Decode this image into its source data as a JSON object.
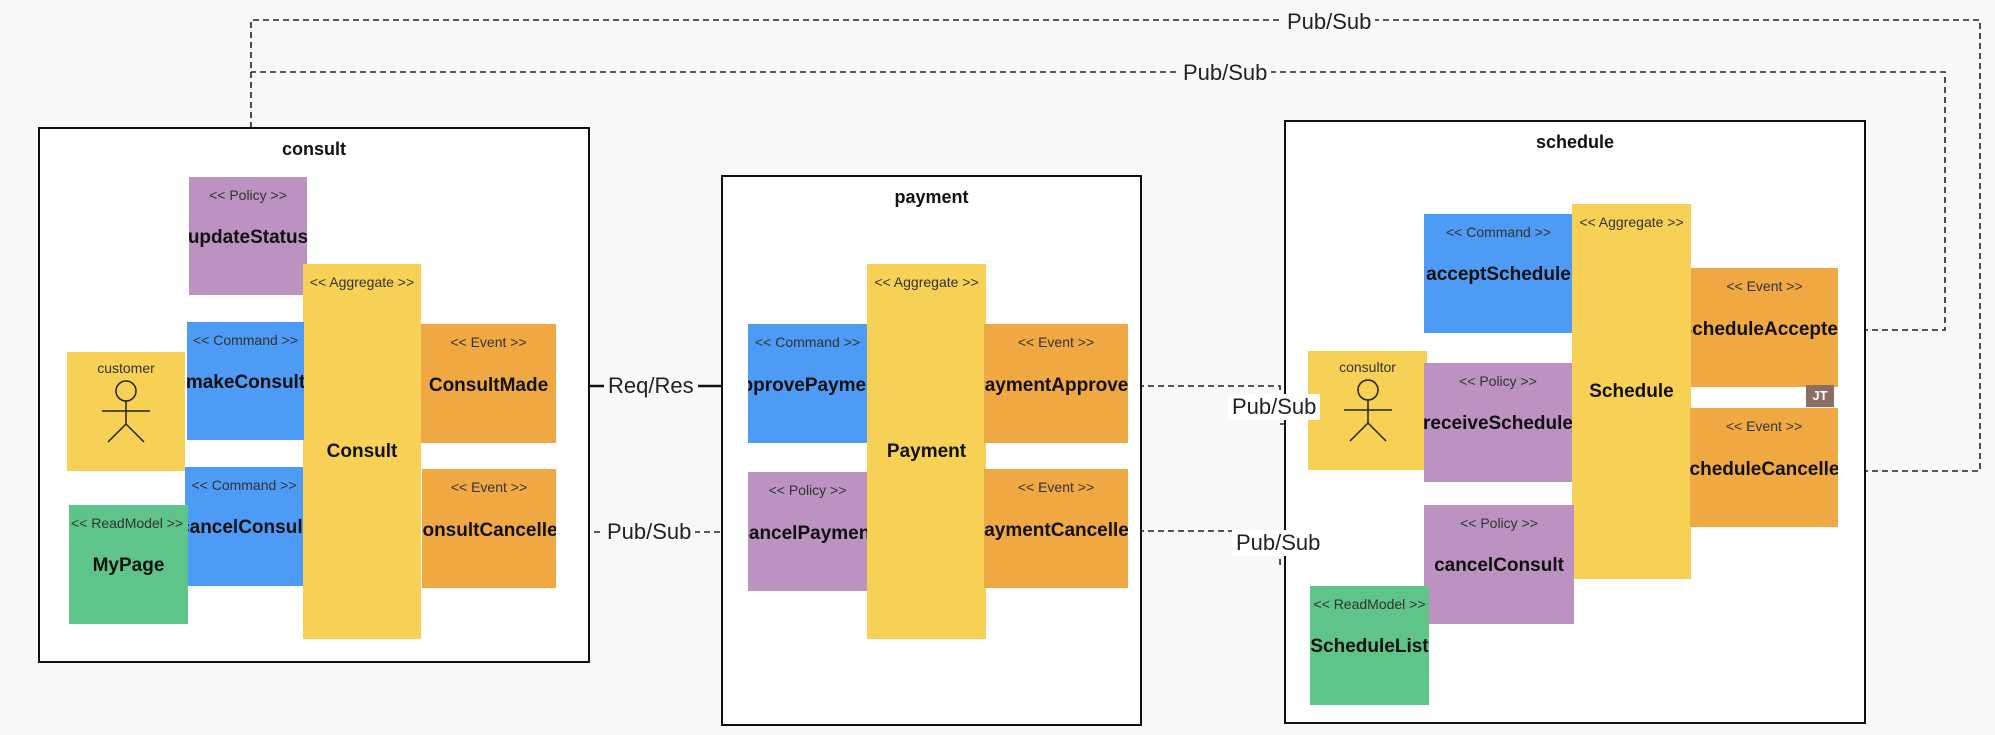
{
  "colors": {
    "command": "#4d9bf5",
    "event": "#f0a843",
    "policy": "#bb92c0",
    "aggregate": "#f7d155",
    "readmodel": "#5ec48a",
    "actor": "#f7d155"
  },
  "frames": {
    "consult": "consult",
    "payment": "payment",
    "schedule": "schedule"
  },
  "consult": {
    "update_status": {
      "stereotype": "<< Policy >>",
      "name": "updateStatus"
    },
    "aggregate": {
      "stereotype": "<< Aggregate >>",
      "name": "Consult"
    },
    "customer": {
      "label": "customer"
    },
    "make_consult": {
      "stereotype": "<< Command >>",
      "name": "makeConsult"
    },
    "cancel_consult": {
      "stereotype": "<< Command >>",
      "name": "cancelConsult"
    },
    "consult_made": {
      "stereotype": "<< Event >>",
      "name": "ConsultMade"
    },
    "consult_cancelled": {
      "stereotype": "<< Event >>",
      "name": "ConsultCancelled"
    },
    "mypage": {
      "stereotype": "<< ReadModel >>",
      "name": "MyPage"
    }
  },
  "payment": {
    "aggregate": {
      "stereotype": "<< Aggregate >>",
      "name": "Payment"
    },
    "approve_payment": {
      "stereotype": "<< Command >>",
      "name": "approvePayment"
    },
    "cancel_payment": {
      "stereotype": "<< Policy >>",
      "name": "cancelPayment"
    },
    "payment_approved": {
      "stereotype": "<< Event >>",
      "name": "PaymentApproved"
    },
    "payment_cancelled": {
      "stereotype": "<< Event >>",
      "name": "PaymentCancelled"
    }
  },
  "schedule": {
    "aggregate": {
      "stereotype": "<< Aggregate >>",
      "name": "Schedule"
    },
    "accept_schedule": {
      "stereotype": "<< Command >>",
      "name": "acceptSchedule"
    },
    "consultor": {
      "label": "consultor"
    },
    "receive_schedule": {
      "stereotype": "<< Policy >>",
      "name": "receiveSchedule"
    },
    "cancel_consult": {
      "stereotype": "<< Policy >>",
      "name": "cancelConsult"
    },
    "schedule_accepted": {
      "stereotype": "<< Event >>",
      "name": "ScheduleAccepted"
    },
    "schedule_cancelled": {
      "stereotype": "<< Event >>",
      "name": "ScheduleCancelled"
    },
    "schedule_list": {
      "stereotype": "<< ReadModel >>",
      "name": "ScheduleList"
    },
    "badge": "JT"
  },
  "edges": {
    "req_res": "Req/Res",
    "pubsub_cancel_payment": "Pub/Sub",
    "pubsub_receive_schedule": "Pub/Sub",
    "pubsub_cancel_consult": "Pub/Sub",
    "pubsub_top": "Pub/Sub",
    "pubsub_second": "Pub/Sub"
  }
}
